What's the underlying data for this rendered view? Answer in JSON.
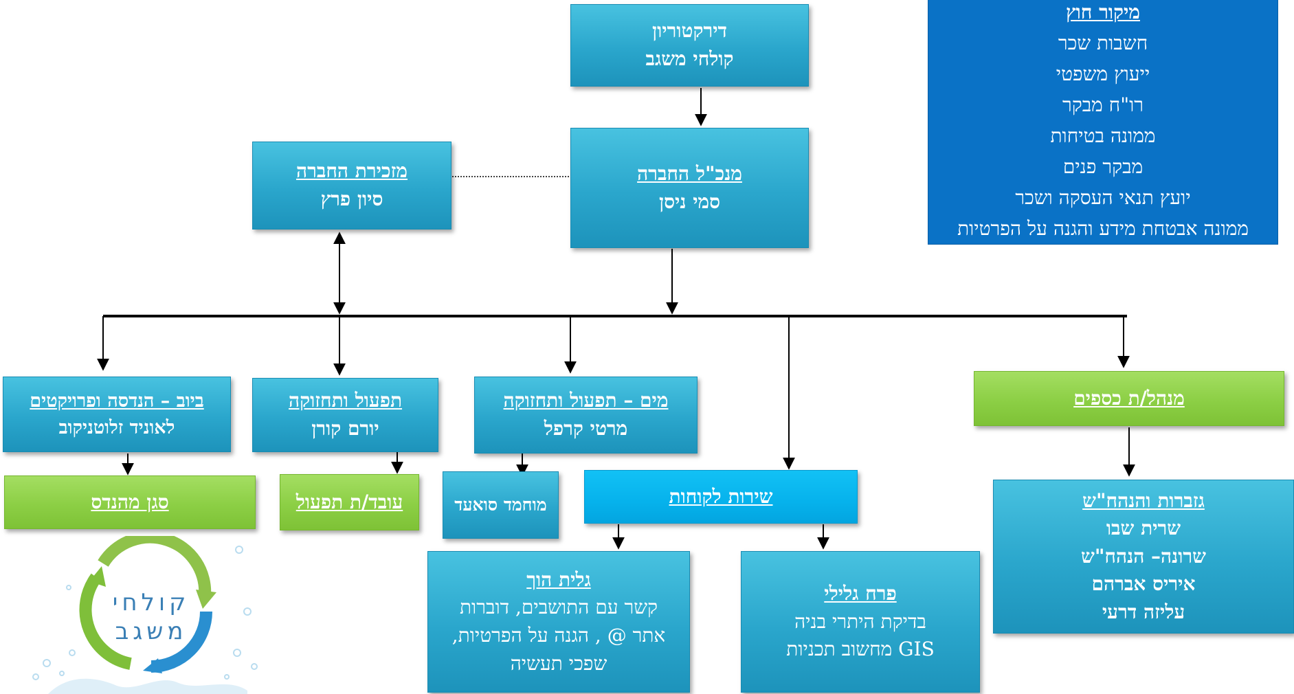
{
  "board": {
    "title": "דירקטוריון",
    "subtitle": "קולחי משגב"
  },
  "ceo": {
    "title": "מנכ\"ל החברה",
    "name": "סמי ניסן"
  },
  "secretary": {
    "title": "מזכירת החברה",
    "name": "סיון פרץ"
  },
  "outsourcing": {
    "title": "מיקור חוץ",
    "items": [
      "חשבות שכר",
      "ייעוץ משפטי",
      "רו\"ח מבקר",
      "ממונה בטיחות",
      "מבקר פנים",
      "יועץ תנאי העסקה ושכר",
      "ממונה אבטחת מידע והגנה על הפרטיות"
    ]
  },
  "sewage": {
    "title": "ביוב – הנדסה ופרויקטים",
    "name": "לאוניד זלוטניקוב"
  },
  "deputy_engineer": {
    "title": "סגן מהנדס"
  },
  "operations": {
    "title": "תפעול ותחזוקה",
    "name": "יורם קורן"
  },
  "operations_worker": {
    "title": "עובד/ת תפעול"
  },
  "water": {
    "title": "מים – תפעול ותחזוקה",
    "name": "מרטי קרפל"
  },
  "water_worker": {
    "name": "מוחמד סואעד"
  },
  "customer_service": {
    "title": "שירות לקוחות"
  },
  "customer_galit": {
    "title": "גלית הוך",
    "lines": [
      "קשר עם התושבים, דוברות",
      "אתר @ , הגנה על הפרטיות,",
      "שפכי תעשיה"
    ]
  },
  "customer_perach": {
    "title": "פרח גלילי",
    "lines": [
      "בדיקת היתרי בניה",
      "GIS מחשוב תכניות"
    ]
  },
  "finance_manager": {
    "title": "מנהל/ת כספים"
  },
  "collections": {
    "title": "גזברות והנהח\"ש",
    "names": [
      "שרית שבו",
      "שרונה– הנהח\"ש",
      "איריס אברהם",
      "עליזה דרעי"
    ]
  },
  "logo": {
    "line1": "קולחי",
    "line2": "משגב"
  },
  "colors": {
    "teal": "#2aa6cc",
    "green": "#8ccf45",
    "cyan": "#06b2ec",
    "blue": "#0a72c6"
  }
}
